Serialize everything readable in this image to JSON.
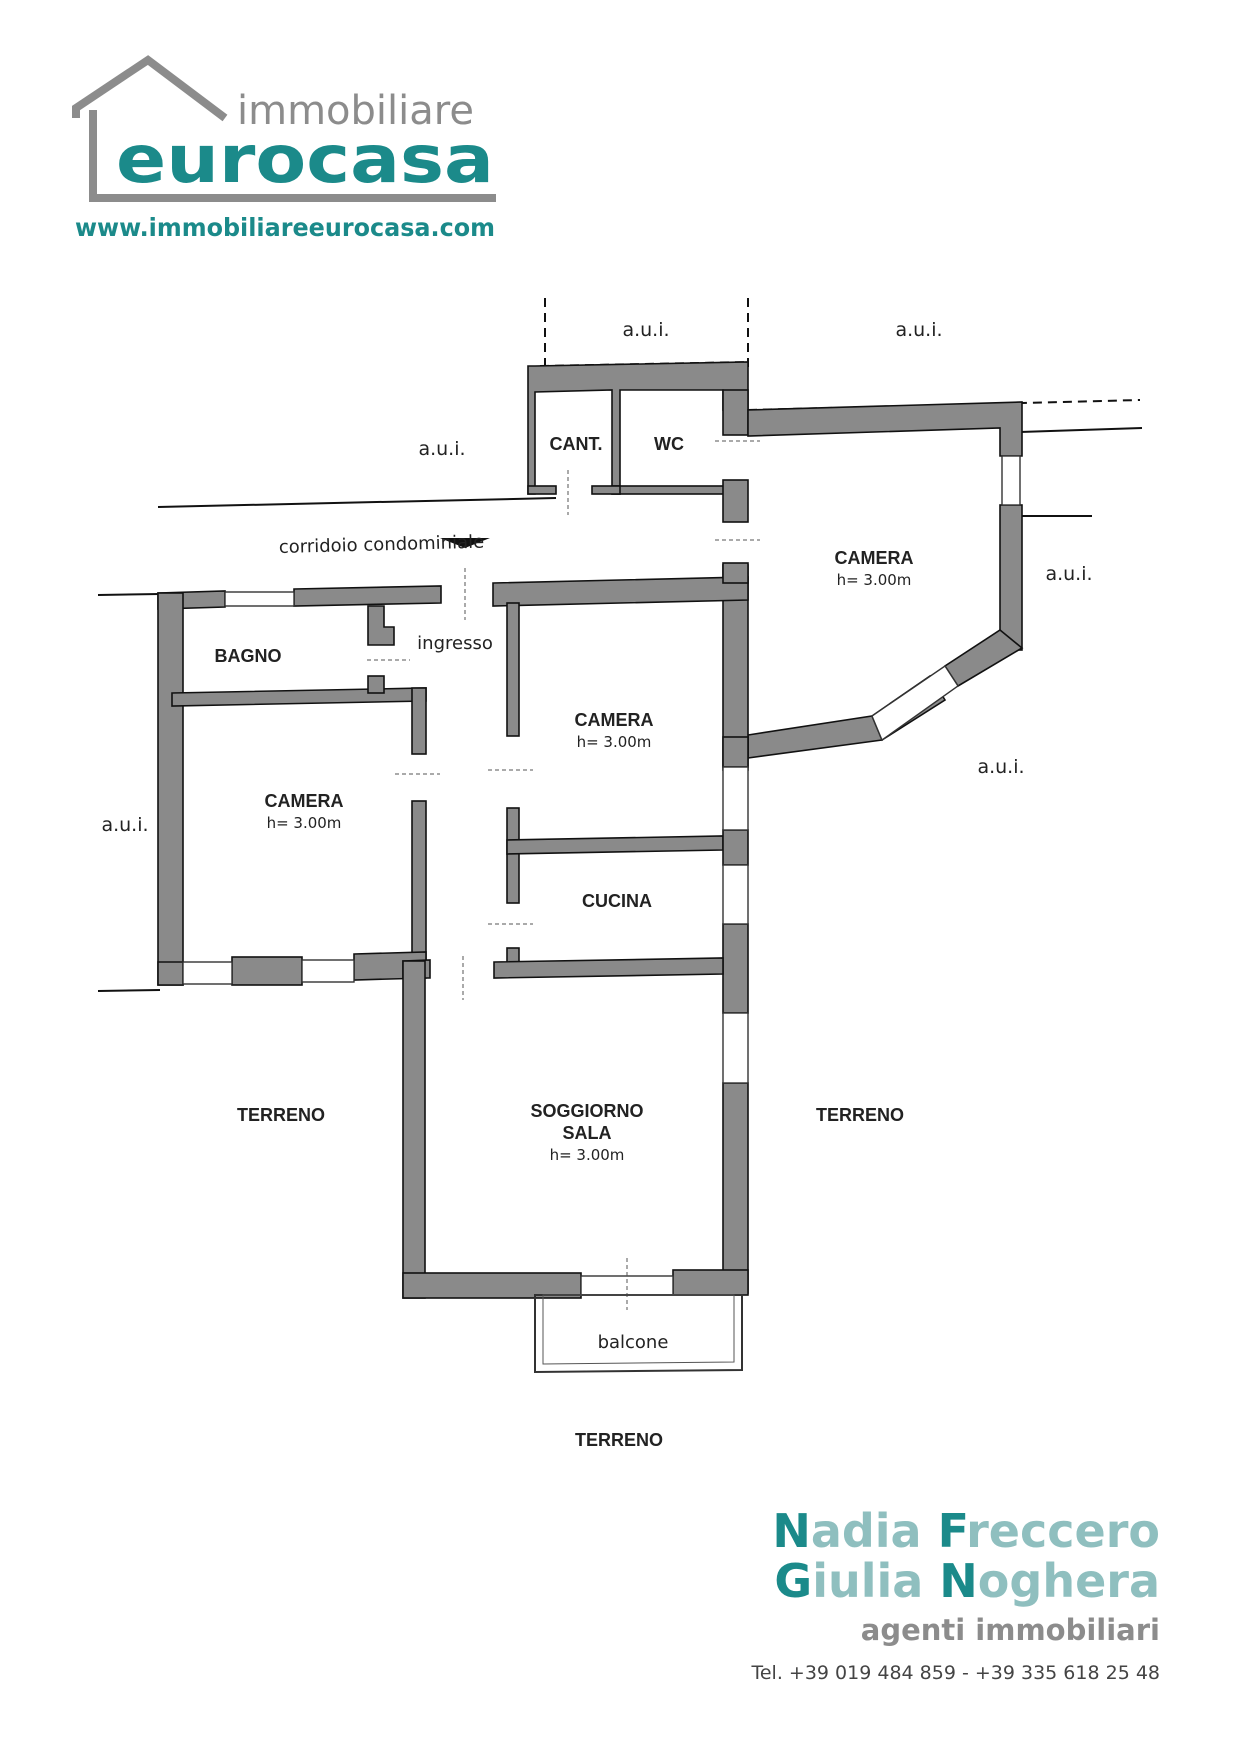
{
  "logo": {
    "line1": "immobiliare",
    "line2": "eurocasa",
    "website": "www.immobiliareeurocasa.com"
  },
  "plan": {
    "aui": "a.u.i.",
    "corridor": "corridoio condominiale",
    "ingresso": "ingresso",
    "balcone": "balcone",
    "terreno": "TERRENO",
    "height": "h= 3.00m",
    "rooms": {
      "cant": "CANT.",
      "wc": "WC",
      "bagno": "BAGNO",
      "camera": "CAMERA",
      "cucina": "CUCINA",
      "soggiorno": "SOGGIORNO",
      "sala": "SALA"
    }
  },
  "agents": {
    "name1_initial": "N",
    "name1_rest": "adia ",
    "name1b_initial": "F",
    "name1b_rest": "reccero",
    "name2_initial": "G",
    "name2_rest": "iulia ",
    "name2b_initial": "N",
    "name2b_rest": "oghera",
    "role": "agenti immobiliari",
    "phone": "Tel. +39 019 484 859 - +39 335 618 25 48"
  },
  "colors": {
    "brand_gray": "#8c8c8c",
    "brand_teal": "#1b8a8a",
    "teal_light": "#8fbfbf",
    "wall": "#8a8a8a"
  }
}
